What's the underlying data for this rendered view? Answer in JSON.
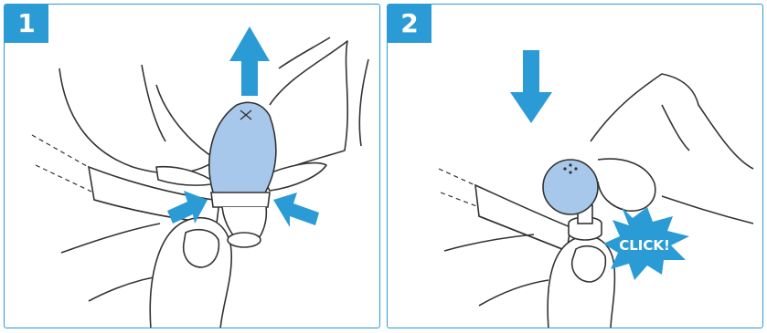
{
  "steps": [
    {
      "number": "1"
    },
    {
      "number": "2",
      "burst_label": "CLICK!"
    }
  ],
  "colors": {
    "accent": "#2b9bd6",
    "tip_fill": "#a7c8eb",
    "line": "#333333"
  },
  "icons": {
    "step1": [
      "up-arrow-icon",
      "left-squeeze-arrow-icon",
      "right-squeeze-arrow-icon"
    ],
    "step2": [
      "down-arrow-icon",
      "click-burst-icon"
    ]
  }
}
